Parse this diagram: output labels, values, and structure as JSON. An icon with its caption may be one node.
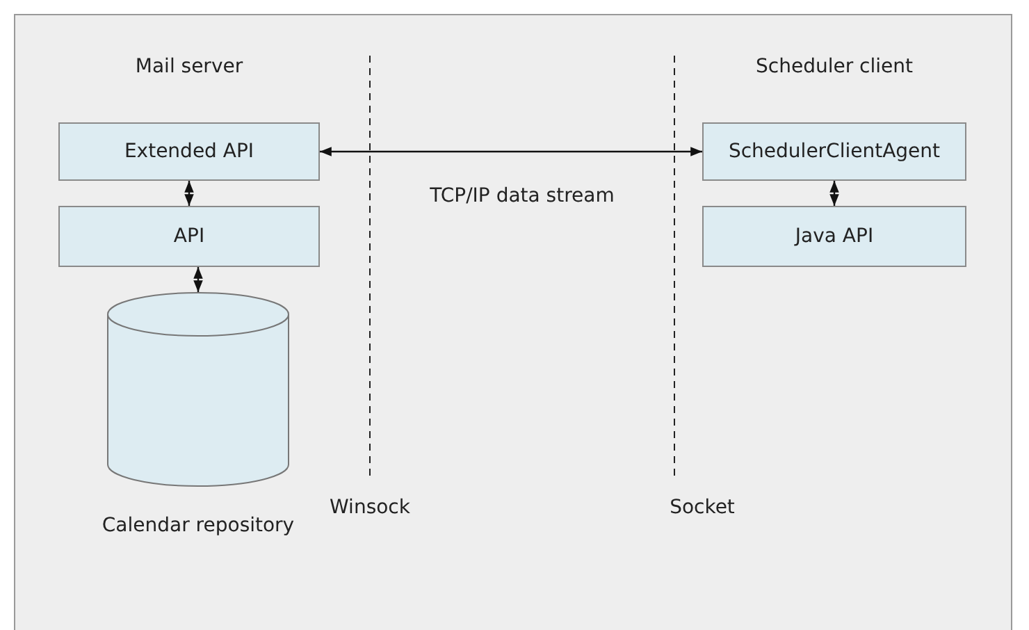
{
  "diagram": {
    "nodes": [
      {
        "text": [
          "Extended API"
        ]
      },
      {
        "text": [
          "API"
        ]
      },
      {
        "text": [],
        "shape": "cylinder",
        "beside": [
          "Calendar repository"
        ]
      },
      {
        "text": [
          "SchedulerClientAgent"
        ]
      },
      {
        "text": [
          "Java API"
        ]
      }
    ],
    "edges": [
      {
        "from": 0,
        "to": 3,
        "arrow": "both",
        "label": "TCP/IP data stream"
      },
      {
        "from": 0,
        "to": 1,
        "arrow": "both"
      },
      {
        "from": 1,
        "to": 2,
        "arrow": "both"
      },
      {
        "from": 3,
        "to": 4,
        "arrow": "both"
      }
    ],
    "labels": [
      "Mail server",
      "Scheduler client",
      "Winsock",
      "Socket"
    ]
  }
}
